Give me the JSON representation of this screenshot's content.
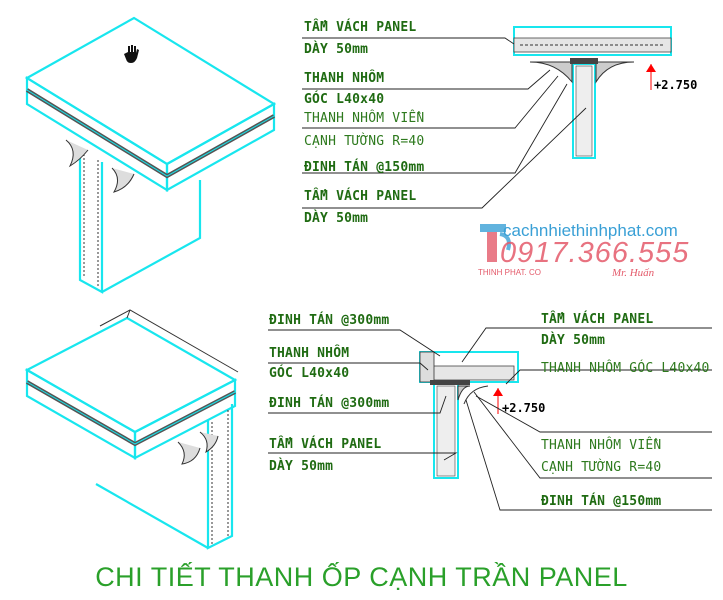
{
  "detail_top": {
    "labels": {
      "panel_wall": "TẤM VÁCH PANEL",
      "thickness": "DÀY 50mm",
      "al_bar": "THANH NHÔM",
      "angle": "GÓC L40x40",
      "edge_bar": "THANH NHÔM VIỀN",
      "wall_edge": "CẠNH TƯỜNG R=40",
      "rivet": "ĐINH TÁN @150mm",
      "panel_wall_2": "TẤM VÁCH PANEL",
      "thickness_2": "DÀY 50mm"
    },
    "elevation": "+2.750"
  },
  "detail_bottom": {
    "labels": {
      "rivet_top": "ĐINH TÁN @300mm",
      "al_bar": "THANH NHÔM",
      "angle": "GÓC L40x40",
      "rivet_mid": "ĐINH TÁN @300mm",
      "panel_wall": "TẤM VÁCH PANEL",
      "thickness": "DÀY 50mm",
      "panel_wall_r": "TẤM VÁCH PANEL",
      "thickness_r": "DÀY 50mm",
      "angle_bar_r": "THANH NHÔM GÓC L40x40",
      "edge_bar_r": "THANH NHÔM VIỀN",
      "wall_edge_r": "CẠNH TƯỜNG R=40",
      "rivet_r": "ĐINH TÁN @150mm"
    },
    "elevation": "+2.750"
  },
  "watermark": {
    "site": "cachnhiethinhphat.com",
    "phone": "0917.366.555",
    "brand": "THINH PHAT. CO",
    "name": "Mr. Huấn"
  },
  "title": "CHI TIẾT THANH ỐP CẠNH TRẦN PANEL",
  "colors": {
    "panel": "#18e6ee",
    "text": "#1f6b12",
    "title": "#2aa02a",
    "dimension": "#ff0000"
  }
}
